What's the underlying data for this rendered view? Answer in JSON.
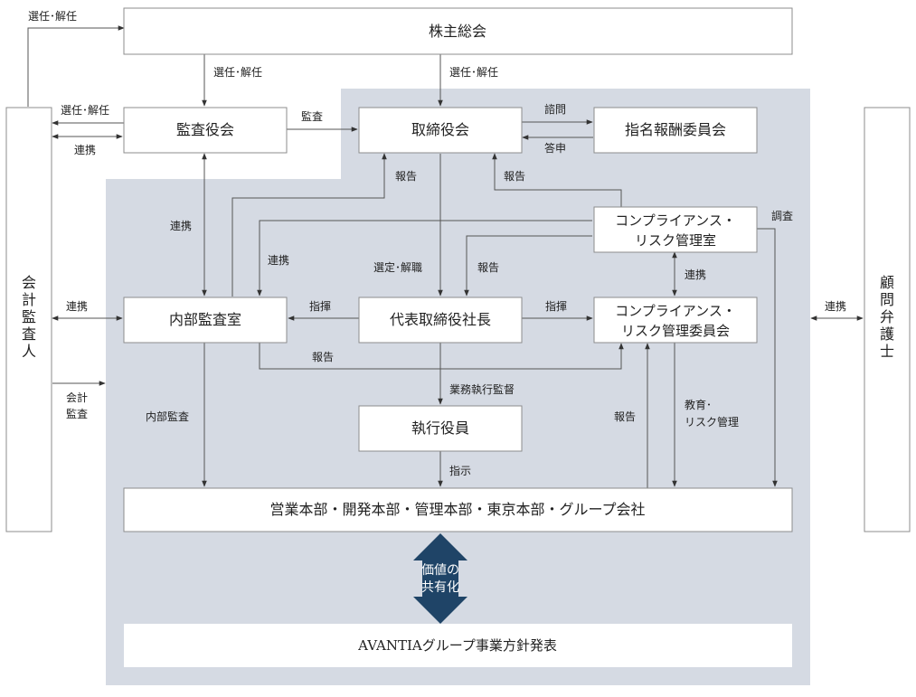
{
  "colors": {
    "panel": "#d5dae3",
    "box_fill": "#ffffff",
    "box_stroke": "#8c8c8c",
    "line": "#555555",
    "value_arrow": "#1f4467"
  },
  "nodes": {
    "shareholders": "株主総会",
    "audit_board": "監査役会",
    "board": "取締役会",
    "nomination": "指名報酬委員会",
    "compliance_office": [
      "コンプライアンス・",
      "リスク管理室"
    ],
    "internal_audit": "内部監査室",
    "president": "代表取締役社長",
    "compliance_committee": [
      "コンプライアンス・",
      "リスク管理委員会"
    ],
    "officers": "執行役員",
    "divisions": "営業本部・開発本部・管理本部・東京本部・グループ会社",
    "auditor": [
      "会",
      "計",
      "監",
      "査",
      "人"
    ],
    "lawyer": [
      "顧",
      "問",
      "弁",
      "護",
      "士"
    ],
    "value_sharing": [
      "価値の",
      "共有化"
    ],
    "policy": "AVANTIAグループ事業方針発表"
  },
  "labels": {
    "elect_top": "選任･解任",
    "elect_audit": "選任･解任",
    "elect_board": "選任･解任",
    "elect_auditor": "選任･解任",
    "audit": "監査",
    "consult": "諮問",
    "answer": "答申",
    "coop_auditor_audit": "連携",
    "coop_audit_internal": "連携",
    "report_internal_board": "報告",
    "report_office_board": "報告",
    "coop_office_internal": "連携",
    "investigate": "調査",
    "select_dismiss": "選定･解職",
    "report_office_president": "報告",
    "coop_office_committee": "連携",
    "coop_auditor_internal": "連携",
    "command_internal": "指揮",
    "command_committee": "指揮",
    "coop_lawyer": "連携",
    "report_internal_committee": "報告",
    "accounting_audit": [
      "会計",
      "監査"
    ],
    "business_supervision": "業務執行監督",
    "internal_audit": "内部監査",
    "report_divisions": "報告",
    "education": [
      "教育･",
      "リスク管理"
    ],
    "instruct": "指示"
  }
}
